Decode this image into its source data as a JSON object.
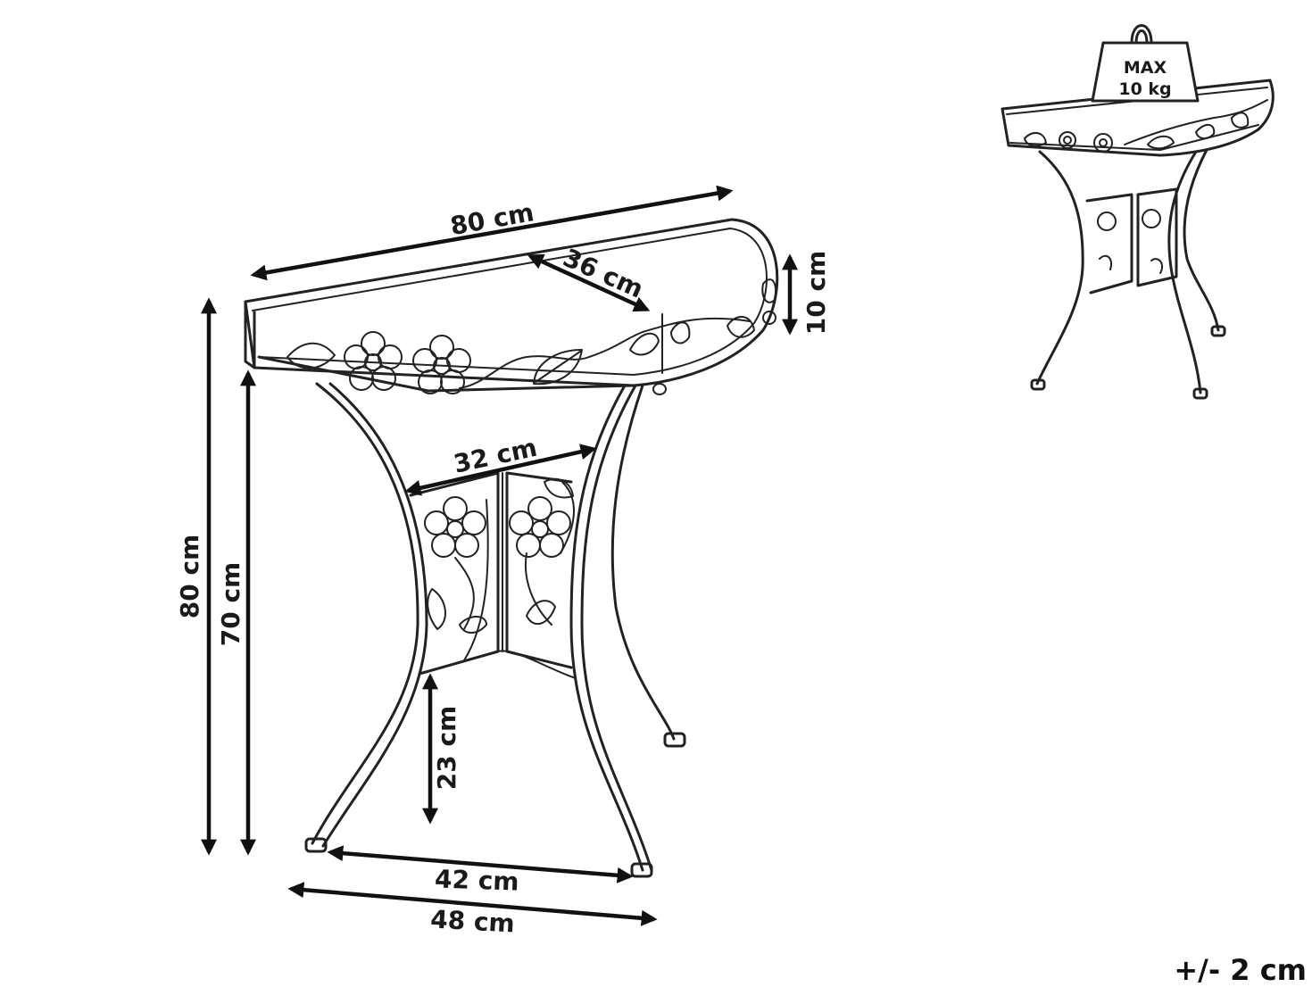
{
  "dimensions": {
    "width_top": "80 cm",
    "depth_top": "36 cm",
    "apron_height": "10 cm",
    "total_height": "80 cm",
    "height_to_apron": "70 cm",
    "shelf_width": "32 cm",
    "shelf_height": "23 cm",
    "foot_span_inner": "42 cm",
    "foot_span_outer": "48 cm"
  },
  "max_load": {
    "line1": "MAX",
    "line2": "10 kg"
  },
  "tolerance": "+/- 2 cm"
}
